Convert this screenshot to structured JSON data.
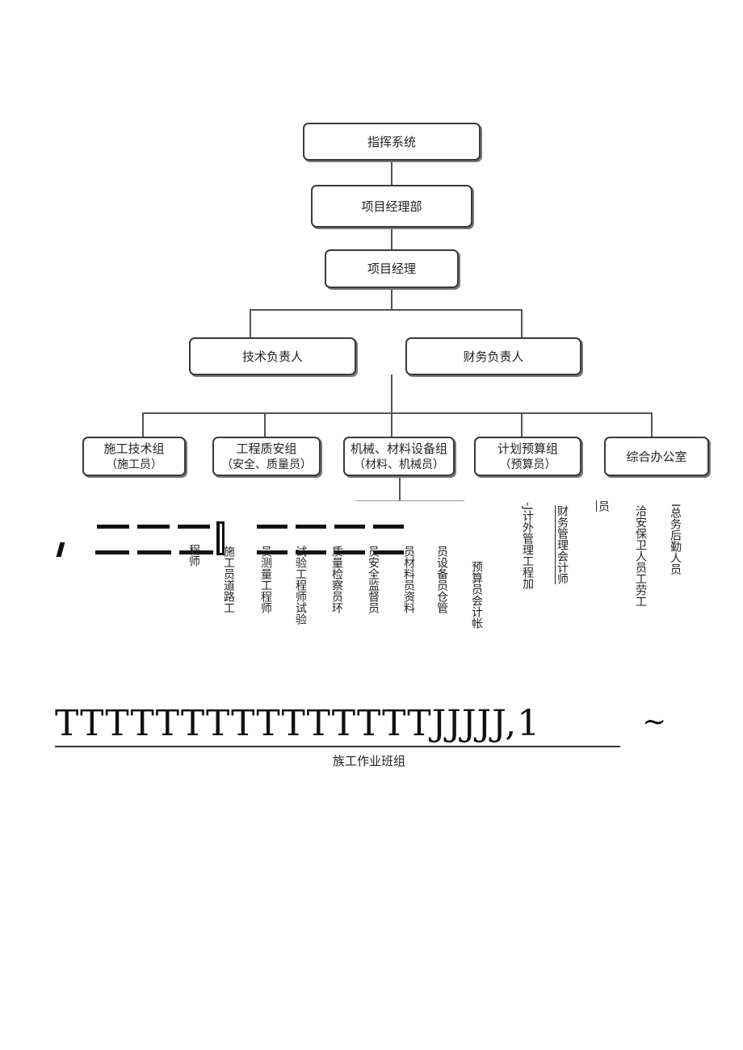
{
  "chart": {
    "top": "指挥系统",
    "dept": "项目经理部",
    "manager": "项目经理",
    "tech_lead": "技术负责人",
    "finance_lead": "财务负责人",
    "groups": [
      {
        "name": "施工技术组",
        "sub": "（施工员）"
      },
      {
        "name": "工程质安组",
        "sub": "（安全、质量员）"
      },
      {
        "name": "机械、材料设备组",
        "sub": "（材料、机械员）"
      },
      {
        "name": "计划预算组",
        "sub": "（预算员）"
      },
      {
        "name": "综合办公室",
        "sub": ""
      }
    ]
  },
  "personnel": [
    "程师",
    "施工员道路工",
    "员测量工程师",
    "试验工程师试验",
    "质量检察员环",
    "员安全监督员",
    "员材料员资料",
    "员设备员仓管",
    "预算员会计帐",
    "-J计外管理工程加",
    "财务管理会计师",
    "员",
    "洽安保卫人员工劳工",
    "I总务后勤人员"
  ],
  "bottom_glyphs": "TTTTTTTTTTTTTTTJJJJJ,1",
  "tilde": "~",
  "bottom_label": "族工作业班组"
}
